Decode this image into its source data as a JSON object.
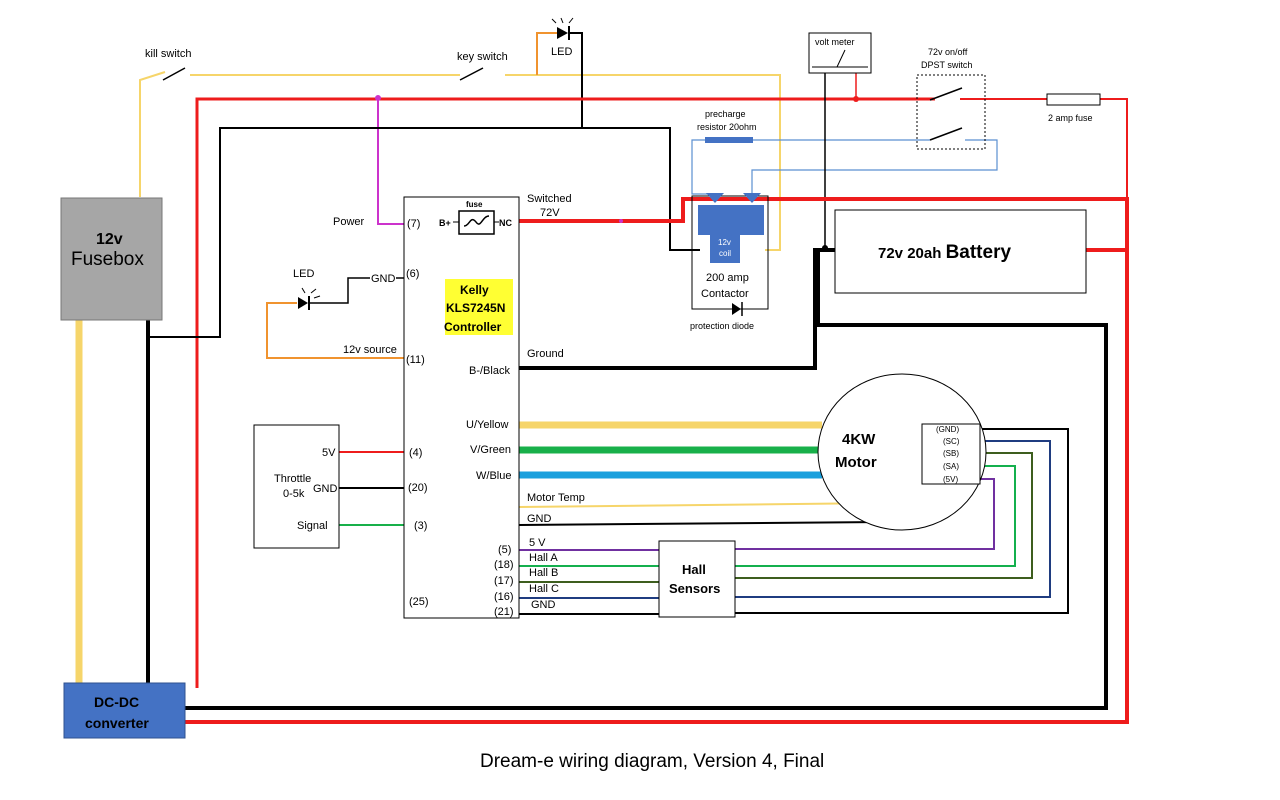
{
  "colors": {
    "red": "#ee1c1c",
    "black": "#000000",
    "yellow": "#f6d56a",
    "orange": "#f0932f",
    "magenta": "#cc33cc",
    "green": "#18b04a",
    "blue": "#1aa0dd",
    "purple": "#7030a0",
    "hall_green": "#14b04e",
    "olive": "#3d5e1e",
    "navy": "#1f3c80",
    "box_blue": "#4472c4",
    "fusebox_gray": "#a6a6a6",
    "thin_blue": "#5b8fd0",
    "controller_label_bg": "#ffff33"
  },
  "labels": {
    "kill_switch": "kill switch",
    "key_switch": "key switch",
    "led_top": "LED",
    "volt_meter": "volt meter",
    "dpst_line1": "72v on/off",
    "dpst_line2": "DPST switch",
    "fuse_2amp": "2 amp fuse",
    "precharge_line1": "precharge",
    "precharge_line2": "resistor 20ohm",
    "fusebox_line1": "12v",
    "fusebox_line2": "Fusebox",
    "power": "Power",
    "pin_power": "(7)",
    "fuse": "fuse",
    "b_plus": "B+",
    "nc": "NC",
    "switched_line1": "Switched",
    "switched_line2": "72V",
    "coil_line1": "12v",
    "coil_line2": "coil",
    "contactor_line1": "200 amp",
    "contactor_line2": "Contactor",
    "protection_diode": "protection diode",
    "battery_prefix": "72v 20ah ",
    "battery_word": "Battery",
    "led_left": "LED",
    "gnd6": "GND",
    "pin6": "(6)",
    "controller_line1": "Kelly",
    "controller_line2": "KLS7245N",
    "controller_line3": "Controller",
    "source_12v": "12v source",
    "pin11": "(11)",
    "ground": "Ground",
    "b_minus": "B-/Black",
    "u_yellow": "U/Yellow",
    "v_green": "V/Green",
    "w_blue": "W/Blue",
    "motor_line1": "4KW",
    "motor_line2": "Motor",
    "hall_gnd": "(GND)",
    "hall_sc": "(SC)",
    "hall_sb": "(SB)",
    "hall_sa": "(SA)",
    "hall_5v": "(5V)",
    "throttle_line1": "Throttle",
    "throttle_line2": "0-5k",
    "t_5v": "5V",
    "t_gnd": "GND",
    "t_signal": "Signal",
    "pin4": "(4)",
    "pin20": "(20)",
    "pin3": "(3)",
    "motor_temp": "Motor Temp",
    "gnd_temp": "GND",
    "five_v": "5 V",
    "hall_a": "Hall A",
    "hall_b": "Hall B",
    "hall_c": "Hall C",
    "hall_gnd_wire": "GND",
    "pin5": "(5)",
    "pin18": "(18)",
    "pin17": "(17)",
    "pin16": "(16)",
    "pin21": "(21)",
    "pin25": "(25)",
    "hall_sensors_line1": "Hall",
    "hall_sensors_line2": "Sensors",
    "dcdc_line1": "DC-DC",
    "dcdc_line2": "converter",
    "caption": "Dream-e wiring diagram, Version 4, Final"
  }
}
